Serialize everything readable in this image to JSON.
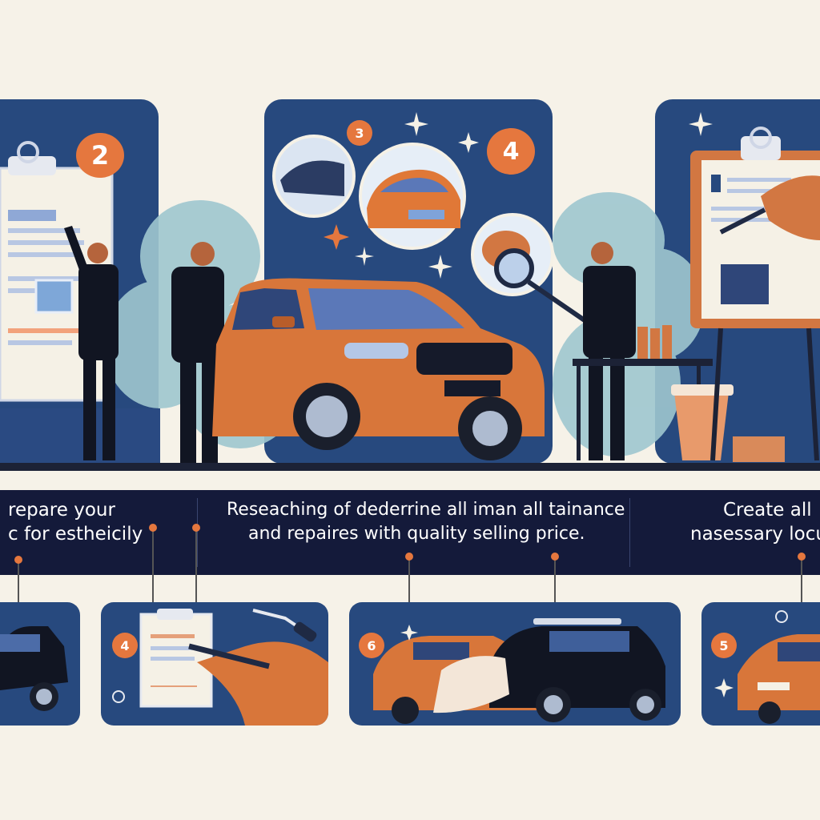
{
  "steps": {
    "top_left": {
      "number": "2"
    },
    "top_middle": {
      "number_small": "3",
      "number_large": "4"
    },
    "bottom_second": {
      "number": "4"
    },
    "bottom_third": {
      "number": "6"
    },
    "bottom_fourth": {
      "number": "5"
    }
  },
  "banner": {
    "left_line1": "repare your",
    "left_line2": "c for estheicily",
    "middle_line1": "Reseaching of dederrine all iman all tainance",
    "middle_line2": "and repaires with quality selling price.",
    "right_line1": "Create all",
    "right_line2": "nasessary locu"
  },
  "colors": {
    "panel": "#27497e",
    "accent": "#e5773e",
    "banner": "#141a3a",
    "background": "#f6f2e8"
  }
}
